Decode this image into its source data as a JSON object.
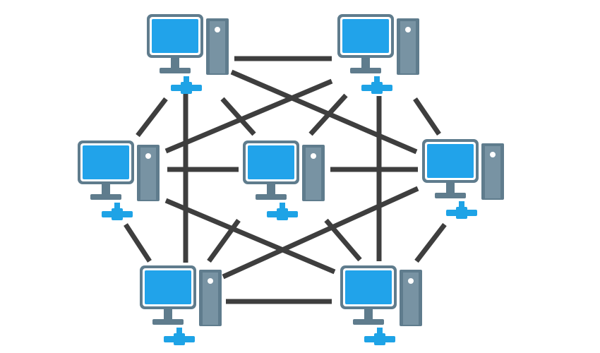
{
  "diagram": {
    "type": "mesh-network",
    "colors": {
      "screen": "#21a3ea",
      "hardware": "#5f7c8d",
      "connector": "#1ea3e6",
      "link": "#3e3e3e",
      "background": "#ffffff"
    },
    "nodes": [
      {
        "id": "top-left",
        "icon": "computer-icon"
      },
      {
        "id": "top-right",
        "icon": "computer-icon"
      },
      {
        "id": "middle-left",
        "icon": "computer-icon"
      },
      {
        "id": "center",
        "icon": "computer-icon"
      },
      {
        "id": "middle-right",
        "icon": "computer-icon"
      },
      {
        "id": "bottom-left",
        "icon": "computer-icon"
      },
      {
        "id": "bottom-right",
        "icon": "computer-icon"
      }
    ],
    "links": [
      [
        "top-left",
        "top-right"
      ],
      [
        "top-left",
        "middle-left"
      ],
      [
        "top-left",
        "center"
      ],
      [
        "top-left",
        "middle-right"
      ],
      [
        "top-left",
        "bottom-left"
      ],
      [
        "top-right",
        "middle-left"
      ],
      [
        "top-right",
        "center"
      ],
      [
        "top-right",
        "middle-right"
      ],
      [
        "top-right",
        "bottom-right"
      ],
      [
        "middle-left",
        "center"
      ],
      [
        "middle-left",
        "bottom-left"
      ],
      [
        "middle-left",
        "bottom-right"
      ],
      [
        "center",
        "middle-right"
      ],
      [
        "center",
        "bottom-left"
      ],
      [
        "center",
        "bottom-right"
      ],
      [
        "middle-right",
        "bottom-left"
      ],
      [
        "middle-right",
        "bottom-right"
      ],
      [
        "bottom-left",
        "bottom-right"
      ]
    ]
  }
}
